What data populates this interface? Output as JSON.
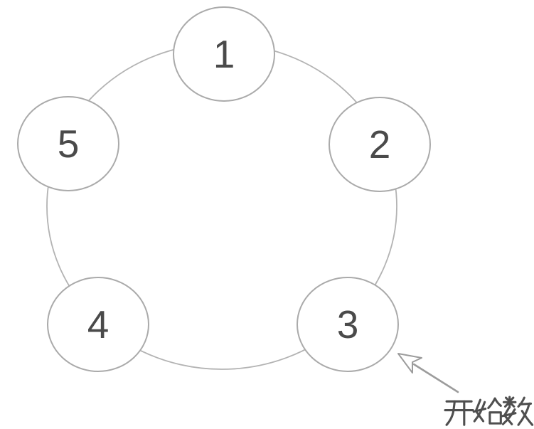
{
  "diagram": {
    "nodes": [
      {
        "label": "1"
      },
      {
        "label": "2"
      },
      {
        "label": "3"
      },
      {
        "label": "4"
      },
      {
        "label": "5"
      }
    ],
    "annotation": {
      "label": "开始数",
      "points_to_node": "3"
    },
    "colors": {
      "background": "#ffffff",
      "node_fill": "#ffffff",
      "node_border": "#aaaaaa",
      "ring": "#b3b3b3",
      "number_text": "#4a4a4a",
      "arrow": "#9c9c9c",
      "annotation_text": "#4f4f4f"
    }
  }
}
